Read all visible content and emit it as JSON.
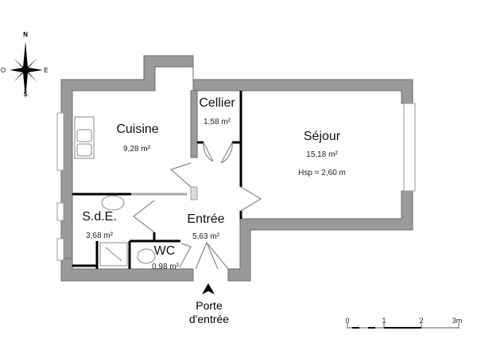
{
  "compass": {
    "north": "N",
    "south": "S",
    "east": "E",
    "west": "O"
  },
  "rooms": [
    {
      "name": "Cuisine",
      "area": "9,28 m²"
    },
    {
      "name": "Cellier",
      "area": "1,58 m²"
    },
    {
      "name": "Séjour",
      "area": "15,18 m²",
      "height": "Hsp = 2,60 m"
    },
    {
      "name": "S.d.E.",
      "area": "3,68 m²"
    },
    {
      "name": "Entrée",
      "area": "5,63 m²"
    },
    {
      "name": "WC",
      "area": "0,98 m²"
    }
  ],
  "entrance": {
    "line1": "Porte",
    "line2": "d'entrée"
  },
  "scale": {
    "ticks": [
      "0",
      "1",
      "2",
      "3m"
    ]
  },
  "colors": {
    "wall": "#9a9a9a",
    "partition": "#000000"
  }
}
